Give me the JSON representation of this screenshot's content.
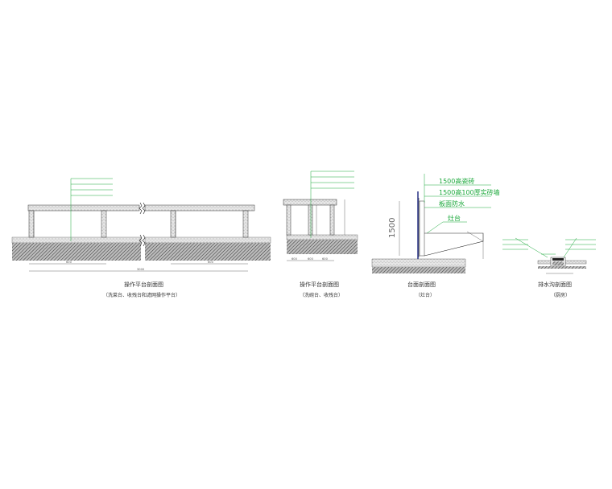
{
  "drawing": {
    "section1": {
      "caption": "操作平台剖面图",
      "subcaption": "（洗菜台、收残台和滤网操作平台）",
      "dims": [
        "600",
        "600",
        "3000"
      ],
      "labels": [
        "",
        "",
        "",
        ""
      ]
    },
    "section2": {
      "caption": "操作平台剖面图",
      "subcaption": "（洗碗台、收残台）",
      "dims": [
        "600",
        "600",
        "600"
      ],
      "labels": [
        "",
        "",
        "",
        ""
      ]
    },
    "section3": {
      "caption": "台面剖面图",
      "subcaption": "（灶台）",
      "callouts": [
        "1500高瓷砖",
        "1500高100厚实砖墙",
        "板面防水"
      ],
      "vertical_dim": "1500",
      "leader_label": "灶台"
    },
    "section4": {
      "caption": "排水沟剖面图",
      "subcaption": "（厨房）",
      "labels_left": [
        "",
        "",
        ""
      ],
      "labels_right": [
        "",
        "",
        ""
      ],
      "label_center": ""
    }
  },
  "colors": {
    "annotation": "#1aa83a",
    "wall_line": "#1a237e",
    "hatch": "#555555"
  }
}
